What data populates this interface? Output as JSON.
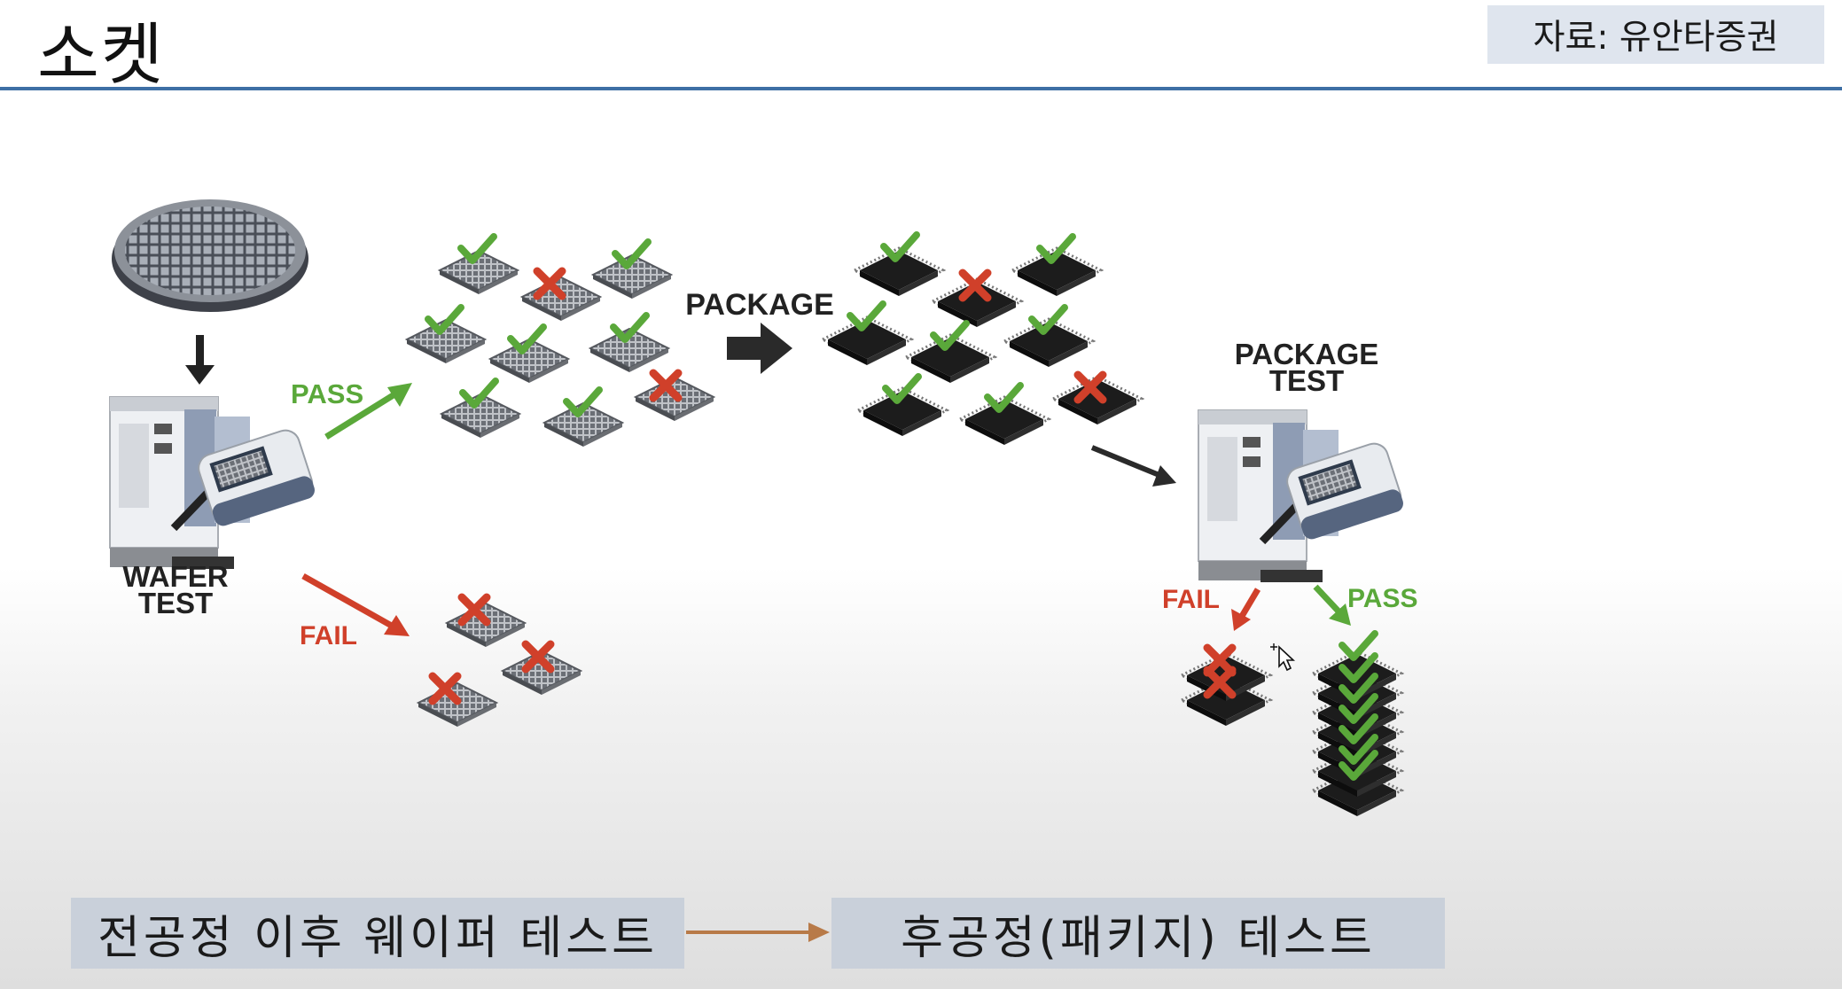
{
  "header": {
    "title": "소켓",
    "source": "자료: 유안타증권"
  },
  "diagram": {
    "wafer_test_label": [
      "WAFER",
      "TEST"
    ],
    "pass_label": "PASS",
    "fail_label": "FAIL",
    "package_label": "PACKAGE",
    "package_test_label": [
      "PACKAGE",
      "TEST"
    ],
    "package_fail_label": "FAIL",
    "package_pass_label": "PASS"
  },
  "stages": {
    "pre": "전공정 이후 웨이퍼 테스트",
    "post": "후공정(패키지) 테스트"
  },
  "colors": {
    "pass": "#5aa83a",
    "fail": "#d0402a",
    "rule": "#3e6fa5",
    "stage_box": "#c9d0da",
    "stage_arrow": "#b87a48"
  }
}
